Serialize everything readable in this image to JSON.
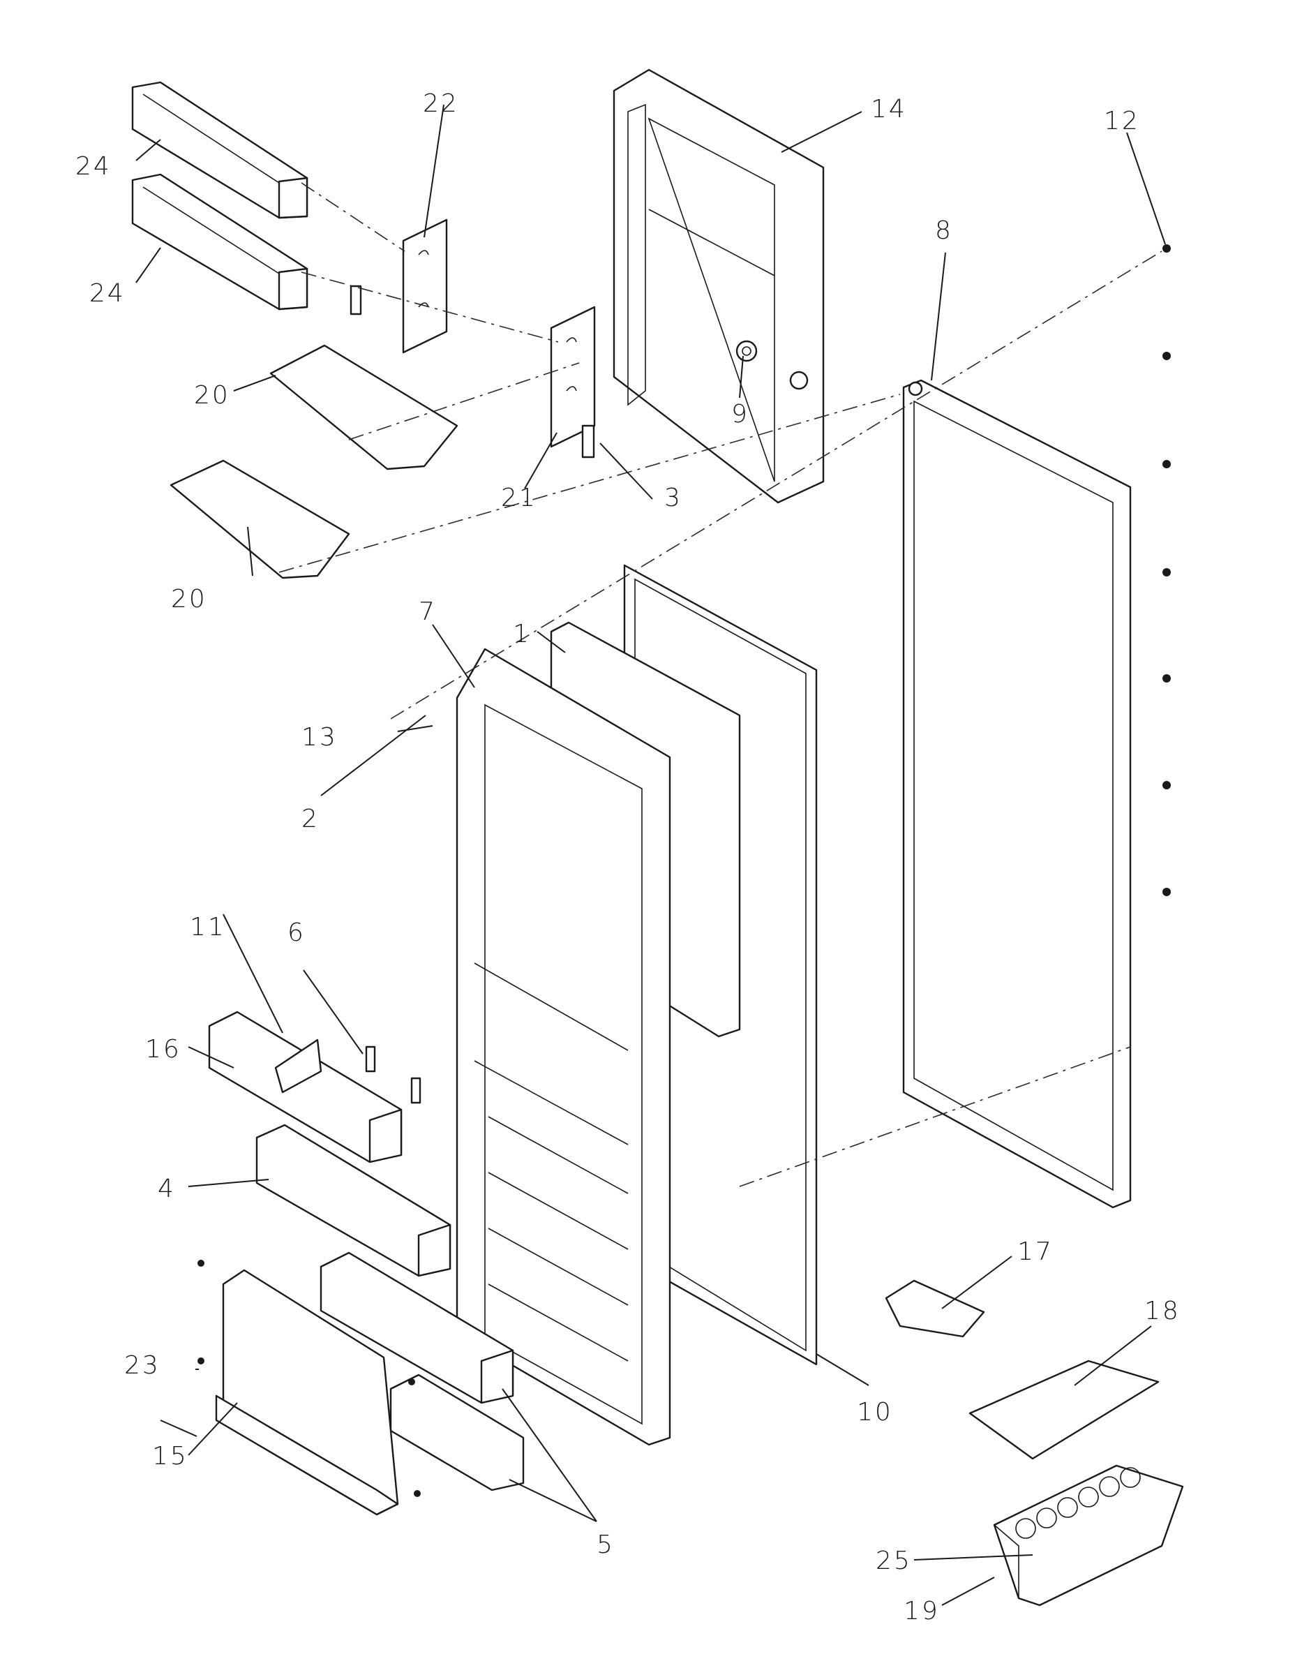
{
  "callouts": [
    {
      "id": "c1",
      "text": "1"
    },
    {
      "id": "c2",
      "text": "2"
    },
    {
      "id": "c3",
      "text": "3"
    },
    {
      "id": "c4",
      "text": "4"
    },
    {
      "id": "c5",
      "text": "5"
    },
    {
      "id": "c6",
      "text": "6"
    },
    {
      "id": "c7",
      "text": "7"
    },
    {
      "id": "c8",
      "text": "8"
    },
    {
      "id": "c9",
      "text": "9"
    },
    {
      "id": "c10",
      "text": "10"
    },
    {
      "id": "c11",
      "text": "11"
    },
    {
      "id": "c12",
      "text": "12"
    },
    {
      "id": "c13",
      "text": "13"
    },
    {
      "id": "c14",
      "text": "14"
    },
    {
      "id": "c15",
      "text": "15"
    },
    {
      "id": "c16",
      "text": "16"
    },
    {
      "id": "c17",
      "text": "17"
    },
    {
      "id": "c18",
      "text": "18"
    },
    {
      "id": "c19",
      "text": "19"
    },
    {
      "id": "c20a",
      "text": "20"
    },
    {
      "id": "c20b",
      "text": "20"
    },
    {
      "id": "c21",
      "text": "21"
    },
    {
      "id": "c22",
      "text": "22"
    },
    {
      "id": "c23",
      "text": "23"
    },
    {
      "id": "c24a",
      "text": "24"
    },
    {
      "id": "c24b",
      "text": "24"
    },
    {
      "id": "c25",
      "text": "25"
    }
  ]
}
